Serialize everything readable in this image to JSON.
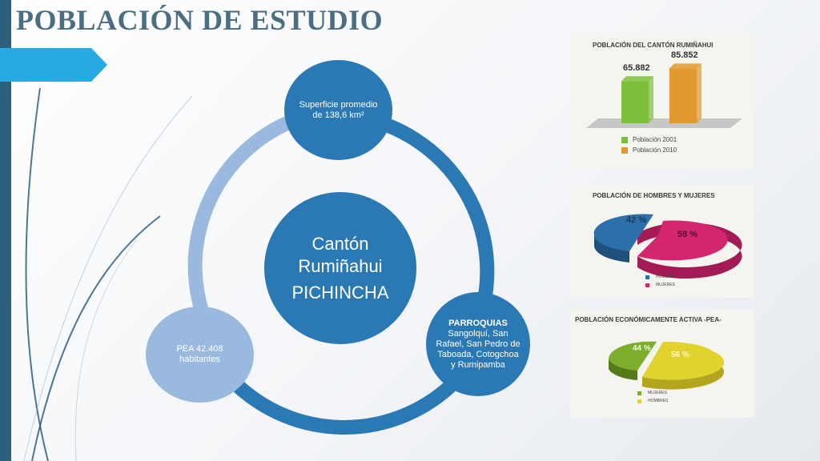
{
  "slide": {
    "title": "POBLACIÓN DE ESTUDIO"
  },
  "center": {
    "line1": "Cantón",
    "line2": "Rumiñahui",
    "line3": "PICHINCHA"
  },
  "nodes": {
    "top": "Superficie promedio de 138,6 km²",
    "right_heading": "PARROQUIAS",
    "right_body": "Sangolquí, San Rafael, San Pedro de Taboada, Cotogchoa y Rumipamba",
    "left": "PEA 42.408 habitantes"
  },
  "colors": {
    "node_dark": "#2b79b4",
    "node_light": "#9ab9de",
    "accent_tab": "#29a9e1",
    "side_bar": "#2e5f7f"
  },
  "panels": {
    "poblacion_canton": {
      "title": "POBLACIÓN DEL CANTÓN RUMIÑAHUI",
      "legend": [
        "Población 2001",
        "Población 2010"
      ],
      "colors": [
        "#7bbf3a",
        "#e09a2e"
      ]
    },
    "hombres_mujeres": {
      "title": "POBLACIÓN DE HOMBRES Y MUJERES",
      "legend": [
        "HOMBRES",
        "MUJERES"
      ],
      "colors": [
        "#2d6fa8",
        "#d4256f"
      ]
    },
    "pea": {
      "title": "POBLACIÓN ECONÓMICAMENTE ACTIVA -PEA-",
      "legend": [
        "MUJERES",
        "HOMBRES"
      ],
      "colors": [
        "#7cae2c",
        "#e2d22e"
      ]
    }
  },
  "chart_data": [
    {
      "type": "bar",
      "title": "POBLACIÓN DEL CANTÓN RUMIÑAHUI",
      "categories": [
        "Población 2001",
        "Población 2010"
      ],
      "values": [
        65882,
        85852
      ],
      "labels": [
        "65.882",
        "85.852"
      ],
      "ylim": [
        0,
        90000
      ]
    },
    {
      "type": "pie",
      "title": "POBLACIÓN DE HOMBRES Y MUJERES",
      "categories": [
        "HOMBRES",
        "MUJERES"
      ],
      "values": [
        42,
        58
      ],
      "labels": [
        "42 %",
        "58 %"
      ]
    },
    {
      "type": "pie",
      "title": "POBLACIÓN ECONÓMICAMENTE ACTIVA -PEA-",
      "categories": [
        "MUJERES",
        "HOMBRES"
      ],
      "values": [
        44,
        56
      ],
      "labels": [
        "44 %",
        "56 %"
      ]
    }
  ]
}
